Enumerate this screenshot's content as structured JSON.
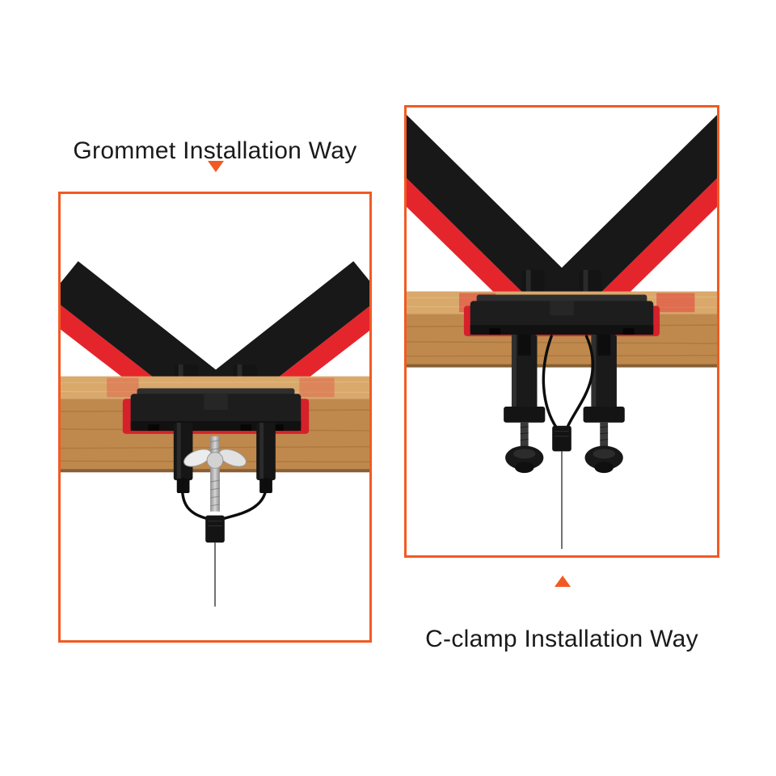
{
  "page": {
    "background": "#ffffff"
  },
  "colors": {
    "accent_orange": "#f15a22",
    "arm_red": "#e5252c",
    "metal_black": "#1b1b1b",
    "wood_top": "#d9a96c",
    "wood_front": "#bf894d",
    "text_dark": "#1a1a1a"
  },
  "panels": {
    "grommet": {
      "title": "Grommet Installation Way",
      "marker": "down-triangle-icon",
      "illustration_alt": "Dual monitor arm base fixed through desk with grommet bolt and wing nut, cable routed to connector below"
    },
    "cclamp": {
      "title": "C-clamp Installation Way",
      "marker": "up-triangle-icon",
      "illustration_alt": "Dual monitor arm base secured to desk edge with two C-clamps and tightening knobs, cable routed to connector below"
    }
  }
}
